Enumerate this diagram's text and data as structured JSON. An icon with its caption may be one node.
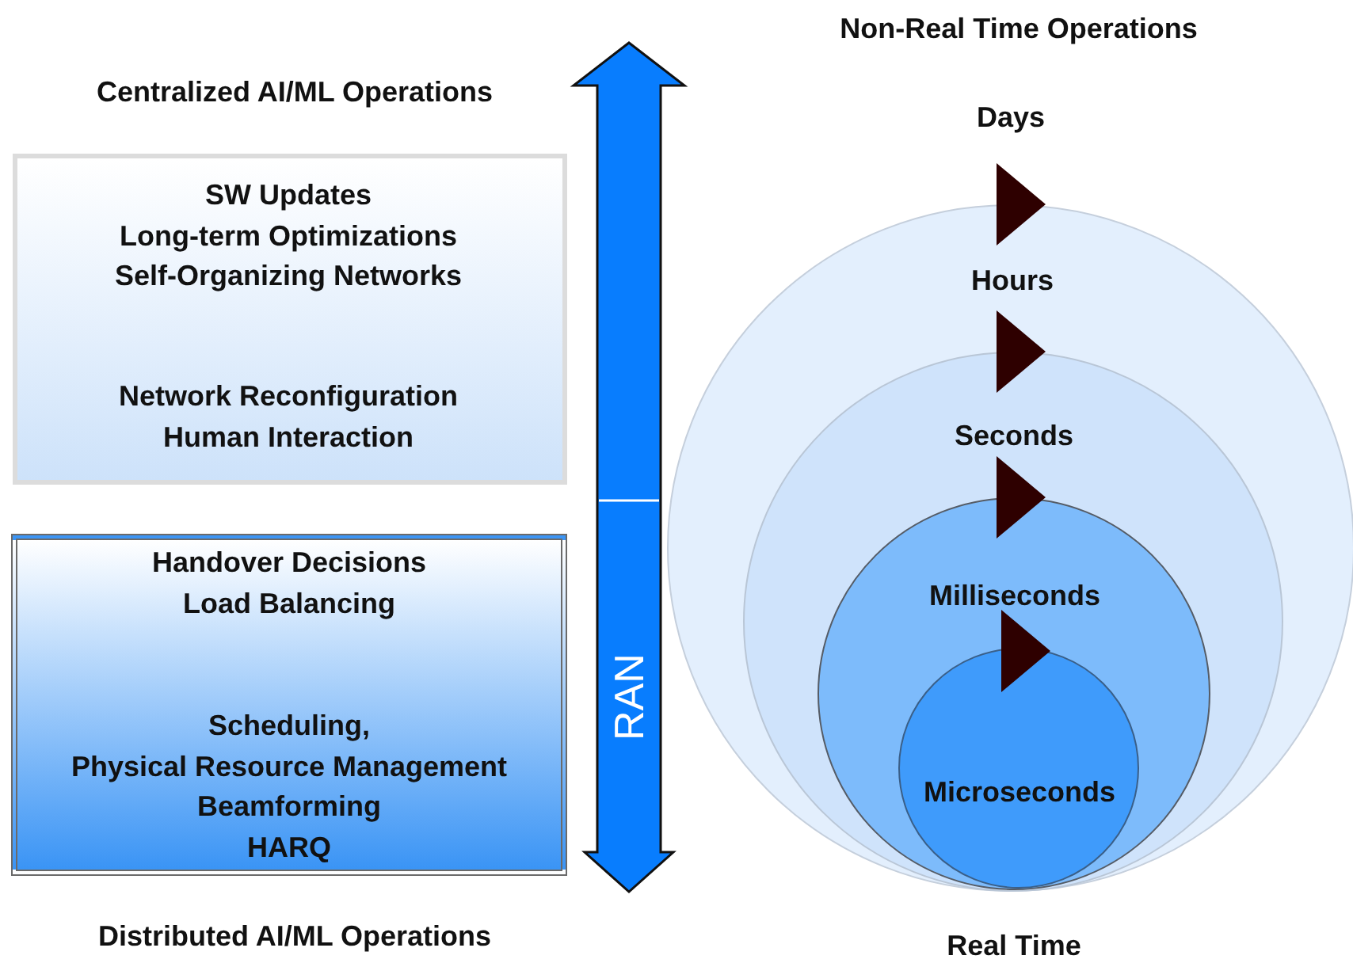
{
  "diagram": {
    "nodes": [
      {
        "text": [
          "SW Updates Long-term Optimizations Self-Organizing Networks",
          "Network Reconfiguration Human Interaction"
        ]
      },
      {
        "text": [
          "Handover Decisions Load Balancing",
          "Scheduling, Physical Resource Management Beamforming HARQ"
        ]
      },
      {
        "text": [
          "Hours"
        ]
      },
      {
        "text": [
          "Seconds"
        ],
        "in": 2
      },
      {
        "text": [
          "Milliseconds"
        ],
        "in": 3
      },
      {
        "text": [
          "Microseconds"
        ],
        "in": 4
      }
    ],
    "labels": [
      "Non-Real Time Operations",
      "Centralized AI/ML Operations",
      "Days",
      "RAN",
      "Distributed AI/ML Operations",
      "Real Time"
    ]
  }
}
